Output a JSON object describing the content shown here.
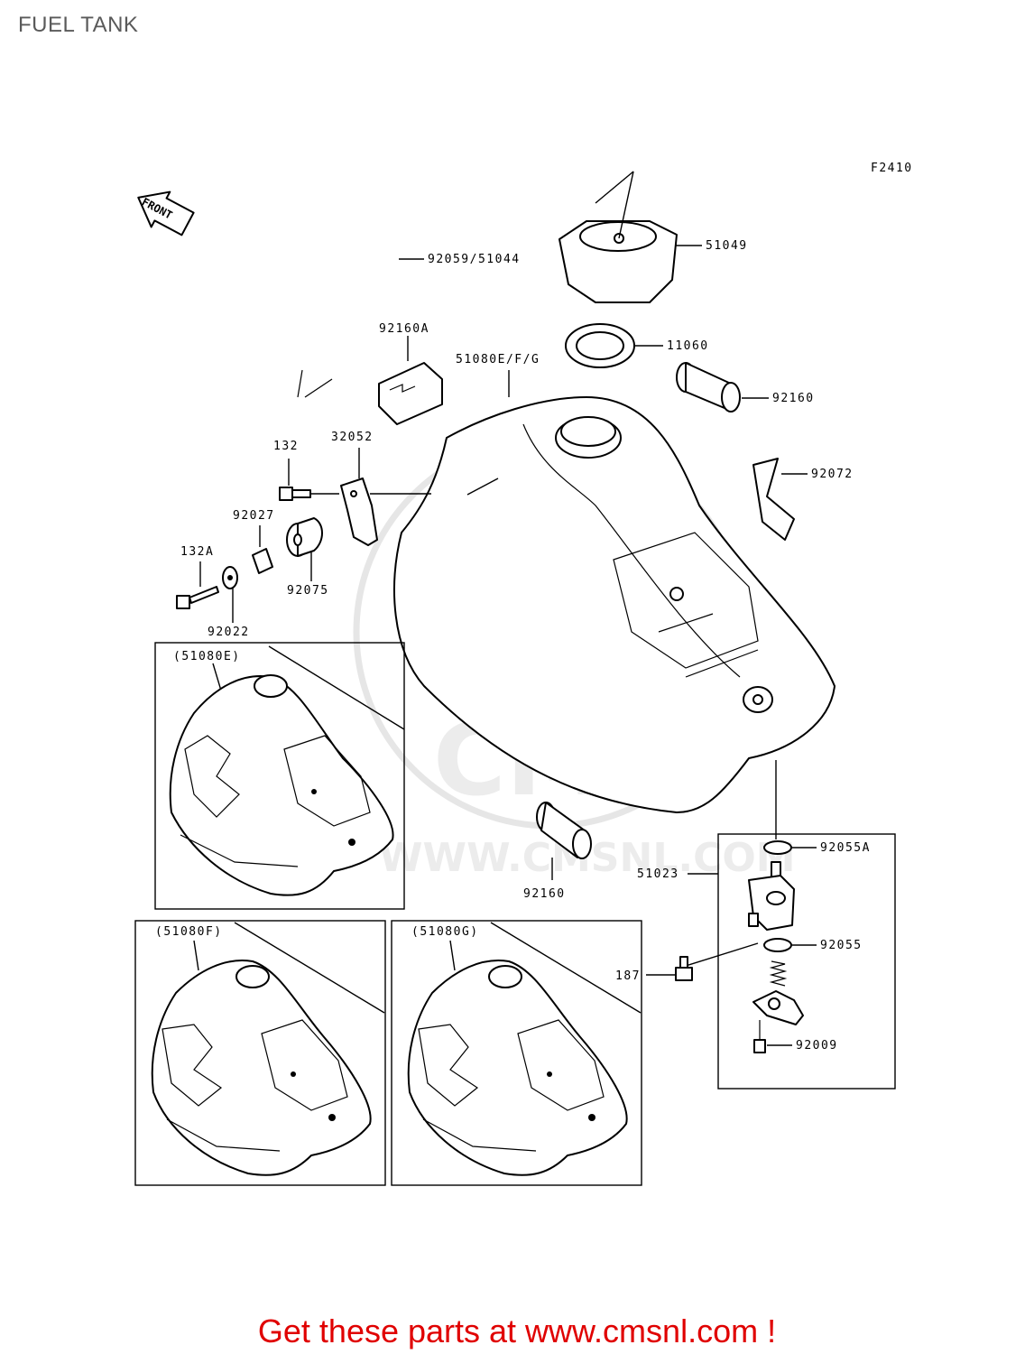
{
  "title": "FUEL TANK",
  "figure_code": "F2410",
  "front_label": "FRONT",
  "parts": {
    "hose": "92059/51044",
    "cap": "51049",
    "cap_gasket": "11060",
    "tank_main": "51080E/F/G",
    "damper_top": "92160A",
    "filter_upper": "92160",
    "strap": "92072",
    "bolt_132": "132",
    "bracket": "32052",
    "collar": "92027",
    "damper_92075": "92075",
    "bolt_132a": "132A",
    "washer": "92022",
    "filter_lower": "92160",
    "cock_oring_a": "92055A",
    "fuel_cock": "51023",
    "cock_oring": "92055",
    "bolt_187": "187",
    "screw": "92009"
  },
  "variants": {
    "e": "(51080E)",
    "f": "(51080F)",
    "g": "(51080G)"
  },
  "watermark": {
    "brand": "CMS",
    "url": "WWW.CMSNL.COM"
  },
  "footer": "Get these parts at www.cmsnl.com !"
}
